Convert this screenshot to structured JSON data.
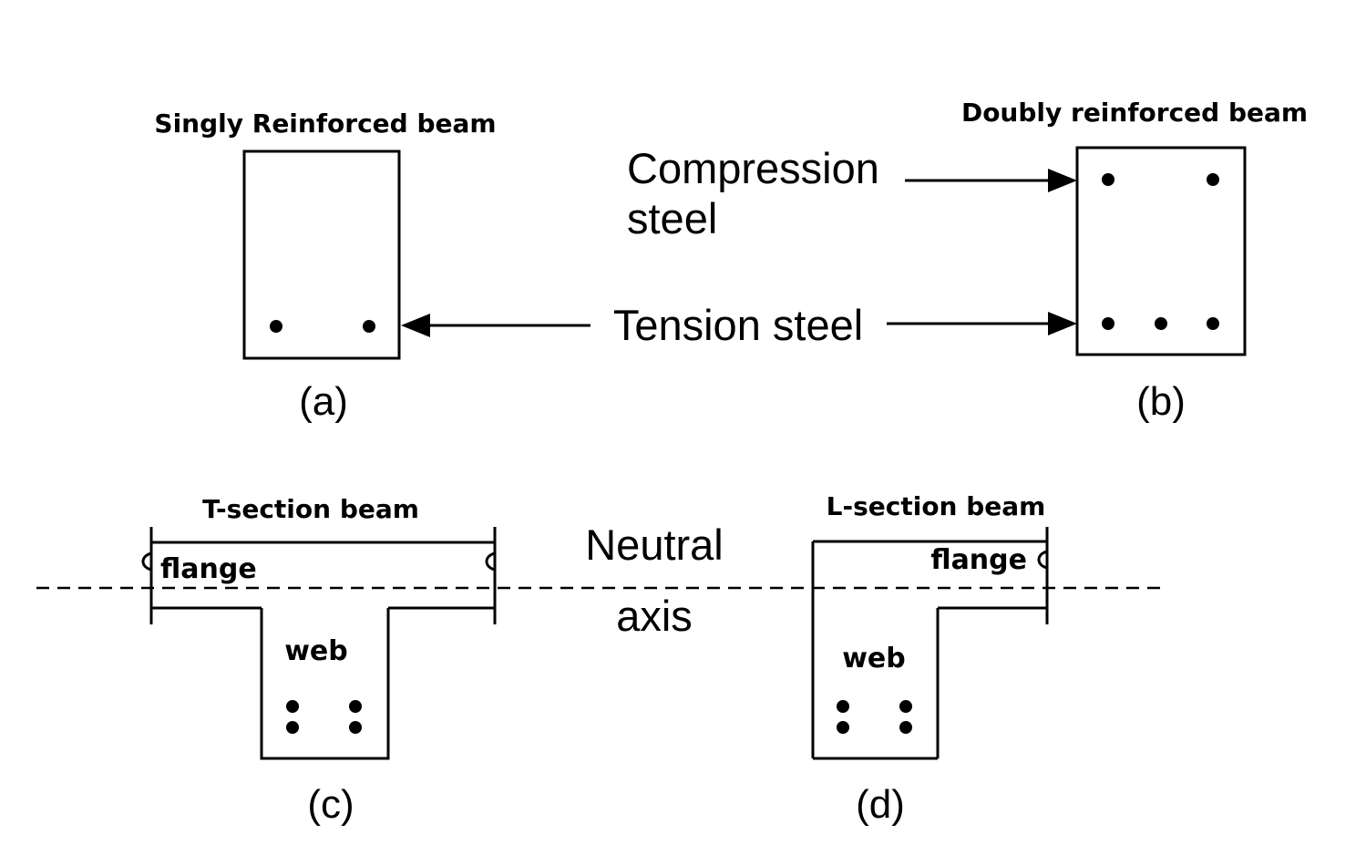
{
  "labels": {
    "singly_title": "Singly Reinforced beam",
    "doubly_title": "Doubly reinforced beam",
    "compression_line1": "Compression",
    "compression_line2": "steel",
    "tension": "Tension steel",
    "caption_a": "(a)",
    "caption_b": "(b)",
    "t_title": "T-section beam",
    "l_title": "L-section beam",
    "flange_t": "flange",
    "flange_l": "flange",
    "web_t": "web",
    "web_l": "web",
    "neutral_line1": "Neutral",
    "neutral_line2": "axis",
    "caption_c": "(c)",
    "caption_d": "(d)"
  }
}
